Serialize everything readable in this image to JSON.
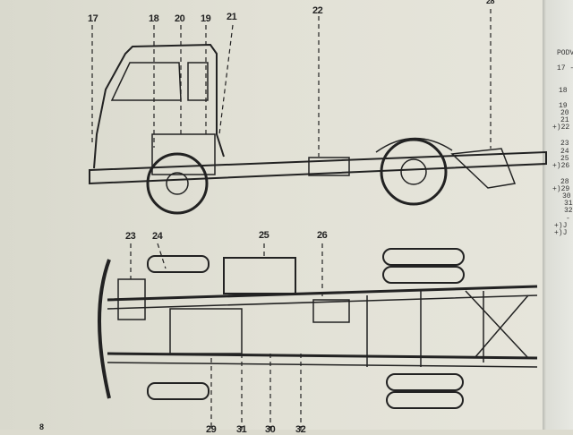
{
  "side_view_labels": [
    "17",
    "18",
    "20",
    "19",
    "21",
    "22",
    "28"
  ],
  "top_view_labels": [
    "23",
    "24",
    "25",
    "26"
  ],
  "bottom_labels_partial": [
    "29",
    "31",
    "30",
    "32"
  ],
  "page_number_partial": "8",
  "legend": {
    "header": "PODV",
    "rows": [
      "17 -",
      "18",
      "19",
      "20",
      "21",
      "+)22",
      "23",
      "24",
      "25",
      "+)26",
      "28",
      "+)29",
      "30",
      "31",
      "32",
      "-",
      "+)J",
      "+)J"
    ]
  }
}
